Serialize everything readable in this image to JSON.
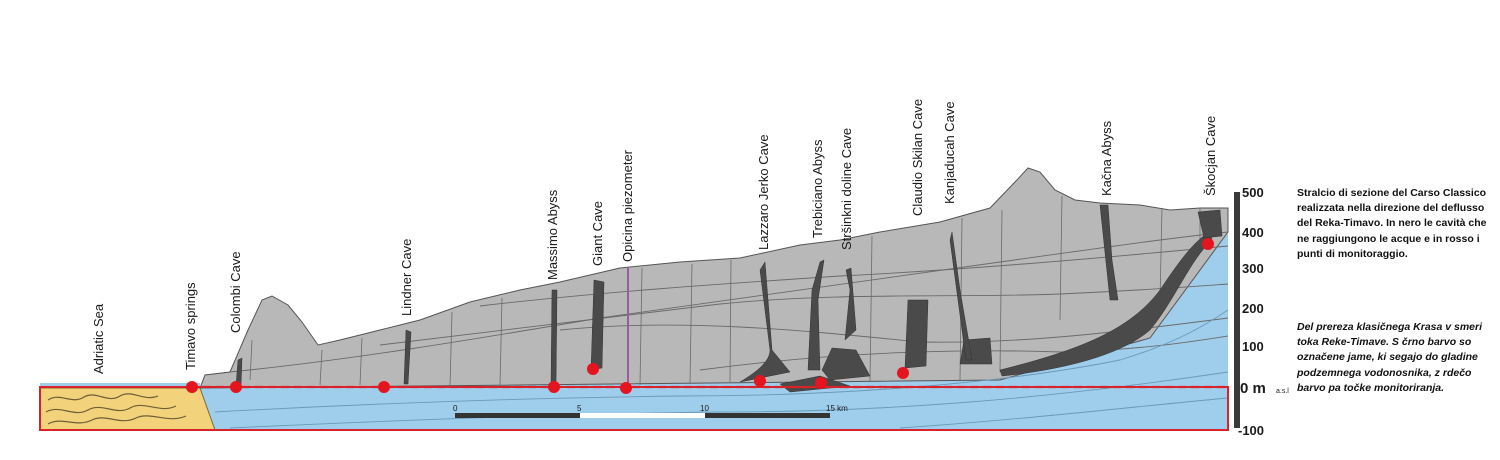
{
  "labels": {
    "adriatic_sea": "Adriatic Sea",
    "timavo_springs": "Timavo springs",
    "colombi_cave": "Colombi Cave",
    "lindner_cave": "Lindner Cave",
    "massimo_abyss": "Massimo Abyss",
    "giant_cave": "Giant Cave",
    "opicina_piezometer": "Opicina piezometer",
    "lazzaro_jerko_cave": "Lazzaro Jerko Cave",
    "trebiciano_abyss": "Trebiciano Abyss",
    "strsinkni_doline_cave": "Stršinkni doline Cave",
    "claudio_skilan_cave": "Claudio Skilan Cave",
    "kanjaducah_cave": "Kanjaducah Cave",
    "kacna_abyss": "Kačna Abyss",
    "skocjan_cave": "Škocjan Cave"
  },
  "elevation_axis": {
    "ticks": [
      "500",
      "400",
      "300",
      "200",
      "100",
      "-100"
    ],
    "zero_label": "0 m",
    "zero_unit": "a.s.l"
  },
  "scale_bar": {
    "ticks": [
      "0",
      "5",
      "10",
      "15 km"
    ]
  },
  "captions": {
    "italian": "Stralcio di sezione del Carso Classico realizzata nella direzione del deflusso del Reka-Timavo. In nero le cavità che ne raggiungono le acque e in rosso i punti di monitoraggio.",
    "slovenian": "Del prereza klasičnega Krasa v smeri toka Reke-Timave. S črno barvo so označene jame, ki segajo do gladine podzemnega vodonosnika, z rdečo barvo pa točke monitoriranja."
  },
  "colors": {
    "rock": "#b8b8b8",
    "aquifer": "#9fcdec",
    "sea": "#9fcdec",
    "sediment": "#f3d27c",
    "cave": "#4a4a4a",
    "monitoring_point": "#e4151f",
    "groundwater_line": "#e4151f",
    "frame": "#d8232a",
    "piezometer": "#9b59a6"
  }
}
